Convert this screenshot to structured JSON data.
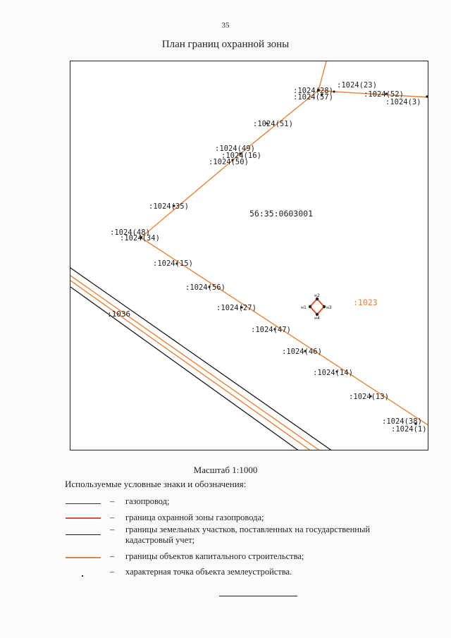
{
  "page": {
    "number": "35",
    "title": "План границ охранной зоны"
  },
  "map": {
    "parcel_label": "56:35:0603001",
    "adjacent_label": ":1023",
    "road_label": ":1036",
    "points": [
      {
        "label": ":1024(28)"
      },
      {
        "label": ":1024(57)"
      },
      {
        "label": ":1024(23)"
      },
      {
        "label": ":1024(52)"
      },
      {
        "label": ":1024(3)"
      },
      {
        "label": ":1024(51)"
      },
      {
        "label": ":1024(49)"
      },
      {
        "label": ":1024(16)"
      },
      {
        "label": ":1024(50)"
      },
      {
        "label": ":1024(35)"
      },
      {
        "label": ":1024(48)"
      },
      {
        "label": ":1024(34)"
      },
      {
        "label": ":1024(15)"
      },
      {
        "label": ":1024(56)"
      },
      {
        "label": ":1024(27)"
      },
      {
        "label": ":1024(47)"
      },
      {
        "label": ":1024(46)"
      },
      {
        "label": ":1024(14)"
      },
      {
        "label": ":1024(13)"
      },
      {
        "label": ":1024(38)"
      },
      {
        "label": ":1024(1)"
      }
    ],
    "nodes": [
      "н1",
      "н2",
      "н3",
      "н4"
    ],
    "colors": {
      "gas_pipe": "#222222",
      "protection_zone": "#e0502a",
      "land_boundary": "#1a1a1a",
      "capital_boundary": "#e8823a"
    }
  },
  "scale": "Масштаб 1:1000",
  "legend": {
    "title": "Используемые условные знаки и обозначения:",
    "dash": "–",
    "items": [
      {
        "symbol": "thin-line",
        "text": "газопровод;"
      },
      {
        "symbol": "red-line",
        "text": "граница охранной зоны газопровода;"
      },
      {
        "symbol": "black-line",
        "text": "границы земельных участков,  поставленных на государственный кадастровый учет;"
      },
      {
        "symbol": "orange-line",
        "text": "границы объектов капитального строительства;"
      },
      {
        "symbol": "dot",
        "text": "характерная точка объекта землеустройства."
      }
    ]
  }
}
